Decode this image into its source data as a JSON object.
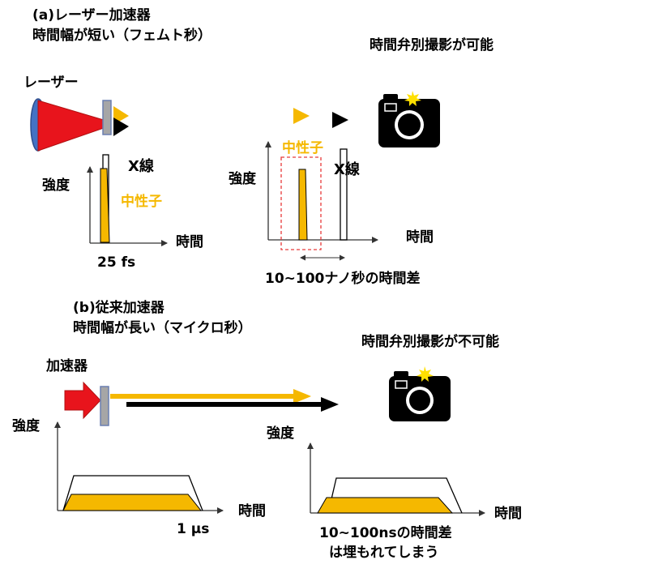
{
  "section_a": {
    "heading_line1": "(a)レーザー加速器",
    "heading_line2": "時間幅が短い（フェムト秒）",
    "laser_label": "レーザー",
    "left_plot": {
      "y_label": "強度",
      "x_label": "時間",
      "xray_label": "X線",
      "neutron_label": "中性子",
      "width_label": "25 fs"
    },
    "right_plot": {
      "title": "時間弁別撮影が可能",
      "y_label": "強度",
      "x_label": "時間",
      "xray_label": "X線",
      "neutron_label": "中性子",
      "delay_label": "10~100ナノ秒の時間差"
    }
  },
  "section_b": {
    "heading_line1": "(b)従来加速器",
    "heading_line2": "時間幅が長い（マイクロ秒）",
    "accelerator_label": "加速器",
    "title": "時間弁別撮影が不可能",
    "left_plot": {
      "y_label": "強度",
      "x_label": "時間",
      "width_label": "1 μs"
    },
    "right_plot": {
      "y_label": "強度",
      "x_label": "時間",
      "caption_line1": "10~100nsの時間差",
      "caption_line2": "は埋もれてしまう"
    }
  },
  "colors": {
    "neutron_yellow": "#f5b800",
    "laser_red": "#e8141c",
    "lens_blue": "#4472c4",
    "target_gray": "#a6a6a6",
    "guide_red": "#e83a3a"
  },
  "icons": [
    "camera-icon",
    "flash-icon"
  ]
}
